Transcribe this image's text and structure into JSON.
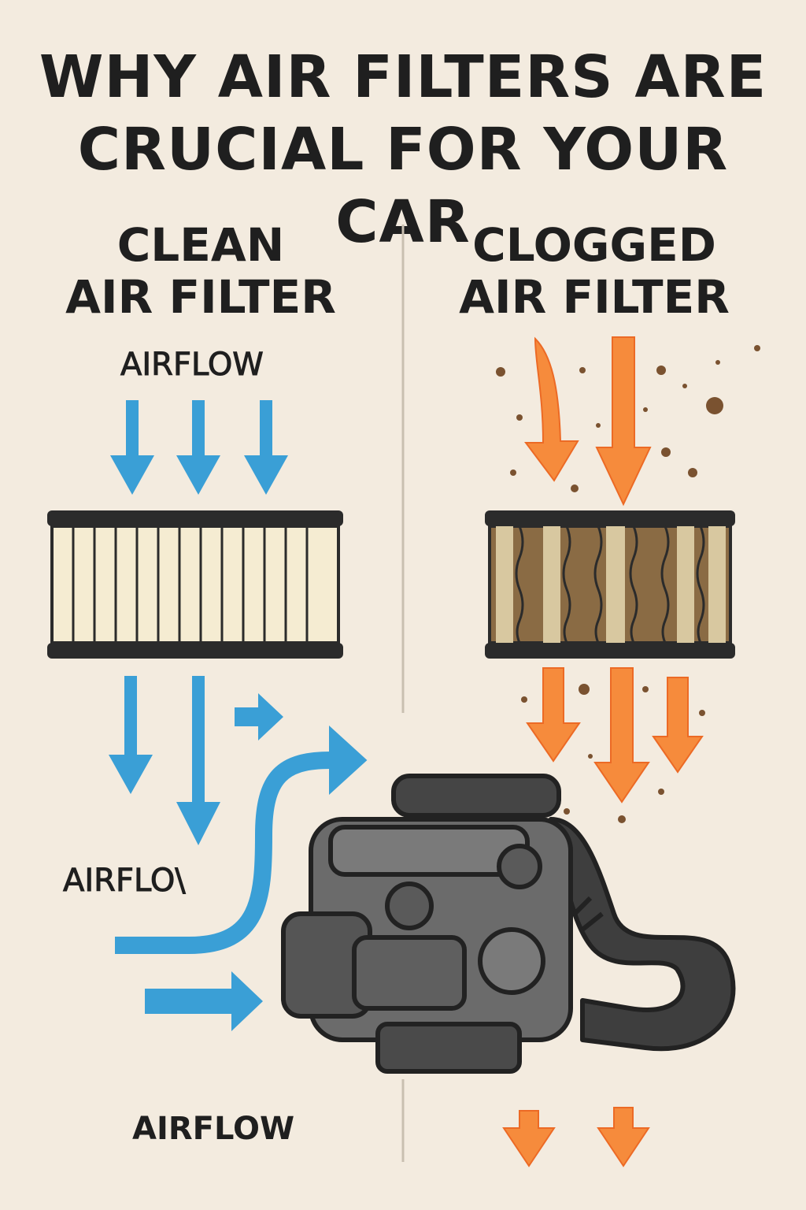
{
  "title_line1": "WHY AIR FILTERS ARE",
  "title_line2": "CRUCIAL FOR YOUR CAR",
  "left": {
    "heading_line1": "CLEAN",
    "heading_line2": "AIR FILTER",
    "airflow_top": "AIRFLOW",
    "airflow_mid": "AIRFLO\\",
    "airflow_bottom": "AIRFLOW"
  },
  "right": {
    "heading_line1": "CLOGGED",
    "heading_line2": "AIR FILTER"
  },
  "colors": {
    "background": "#f3ebdf",
    "clean_arrow": "#3a9fd6",
    "clogged_arrow": "#f47a2e",
    "dirt": "#7a5230"
  }
}
